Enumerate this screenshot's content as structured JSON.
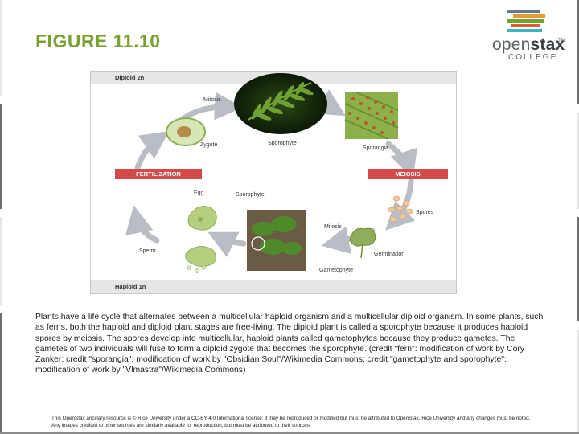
{
  "slide": {
    "title": "FIGURE 11.10",
    "caption": "Plants have a life cycle that alternates between a multicellular haploid organism and a multicellular diploid organism. In some plants, such as ferns, both the haploid and diploid plant stages are free-living. The diploid plant is called a sporophyte because it produces haploid spores by meiosis. The spores develop into multicellular, haploid plants called gametophytes because they produce gametes. The gametes of two individuals will fuse to form a diploid zygote that becomes the sporophyte. (credit \"fern\": modification of work by Cory Zanker; credit \"sporangia\": modification of work by \"Obsidian Soul\"/Wikimedia Commons; credit \"gametophyte and sporophyte\": modification of work by \"Vlmastra\"/Wikimedia Commons)",
    "footer": "This OpenStax ancillary resource is © Rice University under a CC-BY 4.0 International license; it may be reproduced or modified but must be attributed to OpenStax, Rice University and any changes must be noted. Any images credited to other sources are similarly available for reproduction, but must be attributed to their sources."
  },
  "logo": {
    "word_light": "open",
    "word_bold": "stax",
    "trademark": "TM",
    "subtitle": "COLLEGE",
    "bar_colors": [
      "#5c7d8a",
      "#ea9a34",
      "#78a22f",
      "#d65f3a",
      "#3bb3c3"
    ]
  },
  "diagram": {
    "diploid_label": "Diploid 2n",
    "haploid_label": "Haploid 1n",
    "labels": {
      "mitosis_top": "Mitosis",
      "zygote": "Zygote",
      "sporophyte_top": "Sporophyte",
      "sporangia": "Sporangia",
      "fertilization": "FERTILIZATION",
      "meiosis": "MEIOSIS",
      "egg": "Egg",
      "sporophyte_bottom": "Sporophyte",
      "spores": "Spores",
      "mitosis_bottom": "Mitosis",
      "sperm": "Sperm",
      "germination": "Germination",
      "gametophyte": "Gametophyte"
    },
    "colors": {
      "arrow": "#b9bec4",
      "process_box": "#d24a4a",
      "phase_band": "#e6e6e6",
      "title": "#78a22f"
    }
  }
}
